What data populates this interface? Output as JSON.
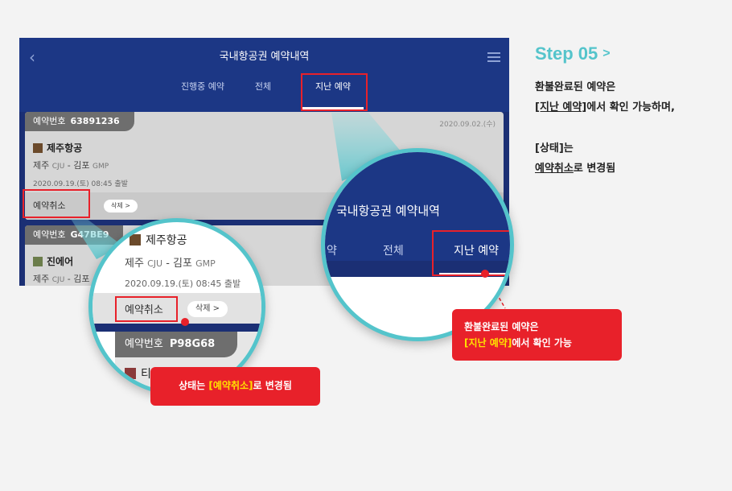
{
  "phone": {
    "title": "국내항공권 예약내역",
    "tabs": [
      "진행중 예약",
      "전체",
      "지난 예약"
    ],
    "cards": [
      {
        "resv_label": "예약번호",
        "resv_no": "63891236",
        "date": "2020.09.02.(수)",
        "airline": "제주항공",
        "route_from": "제주",
        "route_from_code": "CJU",
        "route_sep": "-",
        "route_to": "김포",
        "route_to_code": "GMP",
        "flight_time": "2020.09.19.(토) 08:45 출발",
        "status": "예약취소",
        "delete_label": "삭제 >"
      },
      {
        "resv_label": "예약번호",
        "resv_no": "G47BE9",
        "airline": "진에어",
        "route_from": "제주",
        "route_from_code": "CJU",
        "route_sep": "-",
        "route_to": "김포"
      }
    ]
  },
  "magnifier_left": {
    "airline": "제주항공",
    "route_from": "제주",
    "route_from_code": "CJU",
    "route_sep": "-",
    "route_to": "김포",
    "route_to_code": "GMP",
    "flight_time": "2020.09.19.(토) 08:45 출발",
    "status": "예약취소",
    "delete_label": "삭제 >",
    "resv_label": "예약번호",
    "resv_no": "P98G68",
    "airline2": "티웨이항공"
  },
  "magnifier_right": {
    "title": "국내항공권 예약내역",
    "tab_partial": "약",
    "tab_all": "전체",
    "tab_past": "지난 예약"
  },
  "callouts": {
    "right_line1": "환불완료된 예약은",
    "right_highlight": "[지난 예약]",
    "right_rest": "에서 확인 가능",
    "left_pre": "상태는 ",
    "left_highlight": "[예약취소]",
    "left_post": "로 변경됨"
  },
  "side": {
    "step": "Step 05",
    "step_arrow": ">",
    "line1": "환불완료된 예약은",
    "line2_ul": "[지난 예약]",
    "line2_rest": "에서 확인 가능하며,",
    "line3": "[상태]는",
    "line4_ul": "예약취소",
    "line4_rest": "로 변경됨"
  },
  "colors": {
    "navy": "#1c3785",
    "accent_teal": "#54c4cb",
    "highlight_red": "#e8212a",
    "callout_yellow": "#ffe100"
  }
}
